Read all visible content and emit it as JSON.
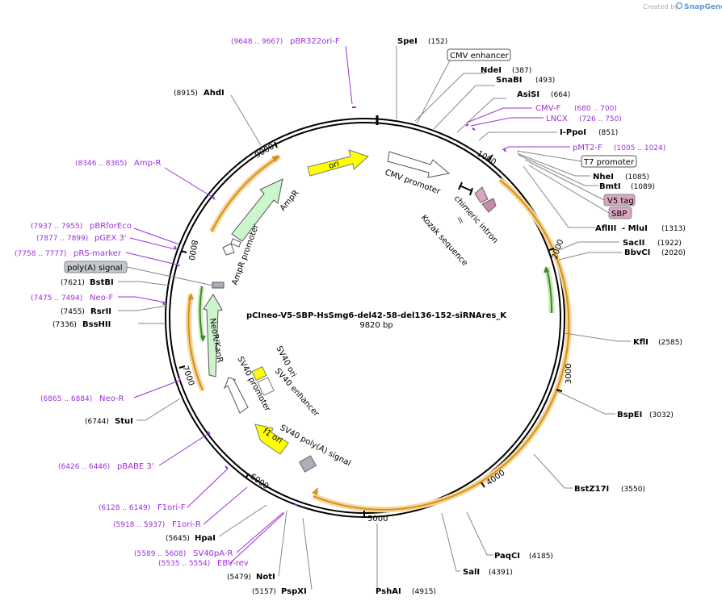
{
  "app": {
    "watermark_prefix": "Created by",
    "watermark_brand": "SnapGene"
  },
  "plasmid": {
    "name": "pCIneo-V5-SBP-HsSmg6-del42-58-del136-152-siRNAres_K",
    "length_label": "9820 bp",
    "length": 9820
  },
  "colors": {
    "backbone": "#000000",
    "primer": "#9b30d9",
    "orf_orange": "#d4901a",
    "orf_halo": "#f5d69a",
    "orf_green": "#3a8a2a",
    "orf_green_halo": "#c9e9b5",
    "promoter_fill": "#ffffff",
    "ampr_fill": "#ccf5cc",
    "ori_fill": "#ffff00",
    "polya_fill": "#a9b0b8",
    "tag_fill": "#d9a6bf",
    "intron_fill": "#c78aaa"
  },
  "ticks": [
    {
      "label": "1000",
      "pos": 1000
    },
    {
      "label": "2000",
      "pos": 2000
    },
    {
      "label": "3000",
      "pos": 3000
    },
    {
      "label": "4000",
      "pos": 4000
    },
    {
      "label": "5000",
      "pos": 5000
    },
    {
      "label": "6000",
      "pos": 6000
    },
    {
      "label": "7000",
      "pos": 7000
    },
    {
      "label": "8000",
      "pos": 8000
    },
    {
      "label": "9000",
      "pos": 9000
    }
  ],
  "enzymes": [
    {
      "name": "SpeI",
      "pos_label": "(152)",
      "pos": 152
    },
    {
      "name": "NdeI",
      "pos_label": "(387)",
      "pos": 387
    },
    {
      "name": "SnaBI",
      "pos_label": "(493)",
      "pos": 493
    },
    {
      "name": "AsiSI",
      "pos_label": "(664)",
      "pos": 664
    },
    {
      "name": "I-PpoI",
      "pos_label": "(851)",
      "pos": 851
    },
    {
      "name": "NheI",
      "pos_label": "(1085)",
      "pos": 1085
    },
    {
      "name": "BmtI",
      "pos_label": "(1089)",
      "pos": 1089
    },
    {
      "name": "AflIII",
      "name2": " - MluI",
      "pos_label": "(1313)",
      "pos": 1313
    },
    {
      "name": "SacII",
      "pos_label": "(1922)",
      "pos": 1922
    },
    {
      "name": "BbvCI",
      "pos_label": "(2020)",
      "pos": 2020
    },
    {
      "name": "KflI",
      "pos_label": "(2585)",
      "pos": 2585
    },
    {
      "name": "BspEI",
      "pos_label": "(3032)",
      "pos": 3032
    },
    {
      "name": "BstZ17I",
      "pos_label": "(3550)",
      "pos": 3550
    },
    {
      "name": "PaqCI",
      "pos_label": "(4185)",
      "pos": 4185
    },
    {
      "name": "SalI",
      "pos_label": "(4391)",
      "pos": 4391
    },
    {
      "name": "PshAI",
      "pos_label": "(4915)",
      "pos": 4915
    },
    {
      "name": "PspXI",
      "pos_label": "(5157)",
      "pos": 5157
    },
    {
      "name": "NotI",
      "pos_label": "(5479)",
      "pos": 5479
    },
    {
      "name": "HpaI",
      "pos_label": "(5645)",
      "pos": 5645
    },
    {
      "name": "StuI",
      "pos_label": "(6744)",
      "pos": 6744
    },
    {
      "name": "BssHII",
      "pos_label": "(7336)",
      "pos": 7336
    },
    {
      "name": "RsrII",
      "pos_label": "(7455)",
      "pos": 7455
    },
    {
      "name": "BstBI",
      "pos_label": "(7621)",
      "pos": 7621
    },
    {
      "name": "AhdI",
      "pos_label": "(8915)",
      "pos": 8915
    }
  ],
  "primers": [
    {
      "name": "pBR322ori-F",
      "range": "(9648 .. 9667)",
      "pos": 9657
    },
    {
      "name": "CMV-F",
      "range": "(680 .. 700)",
      "pos": 690
    },
    {
      "name": "LNCX",
      "range": "(726 .. 750)",
      "pos": 738
    },
    {
      "name": "pMT2-F",
      "range": "(1005 .. 1024)",
      "pos": 1014
    },
    {
      "name": "Amp-R",
      "range": "(8346 .. 8365)",
      "pos": 8355
    },
    {
      "name": "pBRforEco",
      "range": "(7937 .. 7955)",
      "pos": 7946
    },
    {
      "name": "pGEX 3'",
      "range": "(7877 .. 7899)",
      "pos": 7888
    },
    {
      "name": "pRS-marker",
      "range": "(7758 .. 7777)",
      "pos": 7767
    },
    {
      "name": "Neo-F",
      "range": "(7475 .. 7494)",
      "pos": 7484
    },
    {
      "name": "Neo-R",
      "range": "(6865 .. 6884)",
      "pos": 6874
    },
    {
      "name": "pBABE 3'",
      "range": "(6426 .. 6446)",
      "pos": 6436
    },
    {
      "name": "F1ori-F",
      "range": "(6128 .. 6149)",
      "pos": 6138
    },
    {
      "name": "F1ori-R",
      "range": "(5918 .. 5937)",
      "pos": 5927
    },
    {
      "name": "SV40pA-R",
      "range": "(5589 .. 5608)",
      "pos": 5598
    },
    {
      "name": "EBV-rev",
      "range": "(5535 .. 5554)",
      "pos": 5544
    }
  ],
  "boxed_features": [
    {
      "name": "CMV enhancer",
      "kind": "plain"
    },
    {
      "name": "T7 promoter",
      "kind": "plain"
    },
    {
      "name": "V5 tag",
      "kind": "tag"
    },
    {
      "name": "SBP",
      "kind": "tag"
    },
    {
      "name": "poly(A) signal",
      "kind": "grey"
    }
  ],
  "features": [
    {
      "name": "CMV promoter",
      "kind": "promoter"
    },
    {
      "name": "chimeric intron",
      "kind": "intron"
    },
    {
      "name": "Kozak sequence",
      "kind": "misc"
    },
    {
      "name": "ori",
      "kind": "ori"
    },
    {
      "name": "AmpR",
      "kind": "cds"
    },
    {
      "name": "AmpR promoter",
      "kind": "promoter"
    },
    {
      "name": "NeoR/KanR",
      "kind": "cds"
    },
    {
      "name": "SV40 promoter",
      "kind": "promoter"
    },
    {
      "name": "SV40 ori",
      "kind": "ori"
    },
    {
      "name": "SV40 enhancer",
      "kind": "promoter"
    },
    {
      "name": "f1 ori",
      "kind": "ori"
    },
    {
      "name": "SV40 poly(A) signal",
      "kind": "polya"
    }
  ]
}
